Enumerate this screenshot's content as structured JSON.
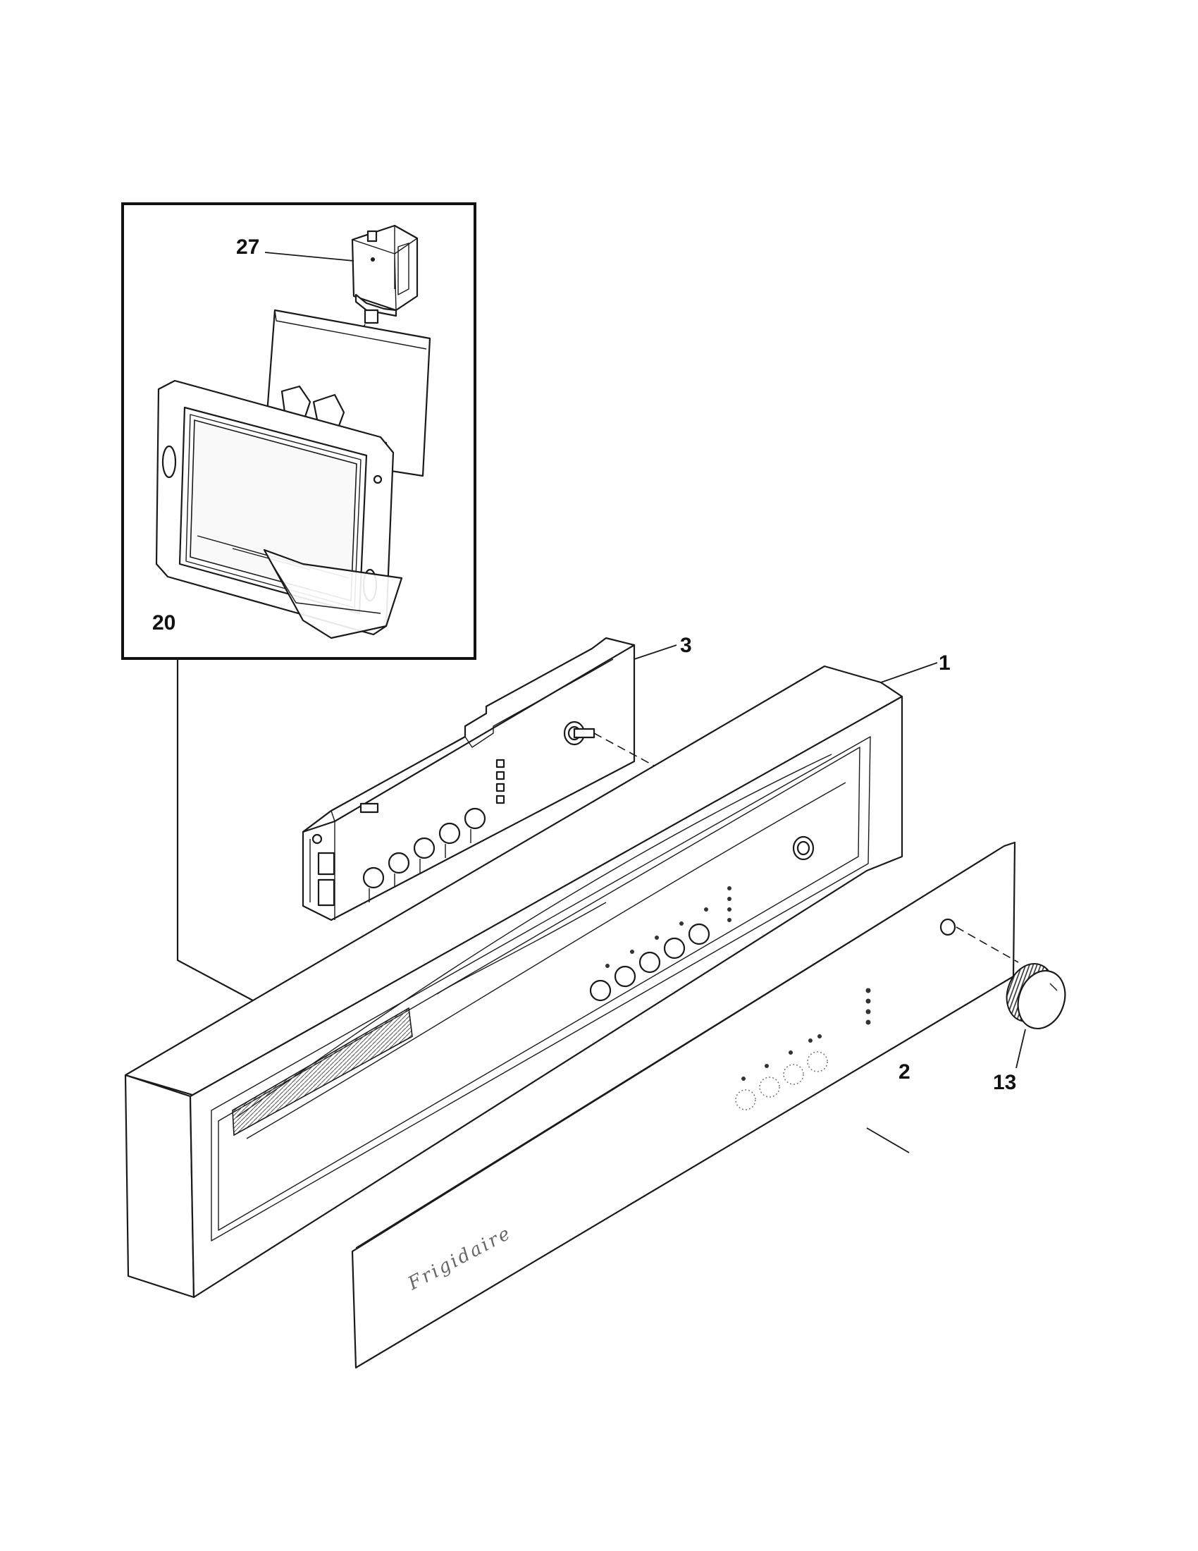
{
  "diagram": {
    "brand_text": "Frigidaire",
    "callouts": {
      "part_1": "1",
      "part_2": "2",
      "part_3": "3",
      "part_13": "13",
      "part_20": "20",
      "part_27": "27"
    }
  }
}
